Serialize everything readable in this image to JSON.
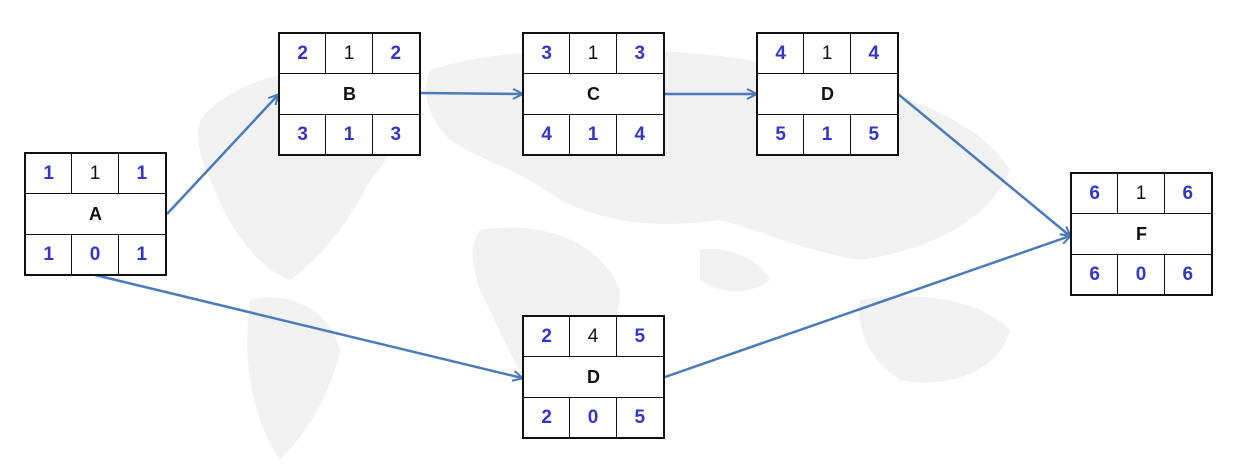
{
  "colors": {
    "edge": "#4a7ab8",
    "value": "#3535c8",
    "text": "#111111"
  },
  "nodes": [
    {
      "id": "A",
      "name": "A",
      "top": [
        "1",
        "1",
        "1"
      ],
      "bottom": [
        "1",
        "0",
        "1"
      ]
    },
    {
      "id": "B",
      "name": "B",
      "top": [
        "2",
        "1",
        "2"
      ],
      "bottom": [
        "3",
        "1",
        "3"
      ]
    },
    {
      "id": "C",
      "name": "C",
      "top": [
        "3",
        "1",
        "3"
      ],
      "bottom": [
        "4",
        "1",
        "4"
      ]
    },
    {
      "id": "D1",
      "name": "D",
      "top": [
        "4",
        "1",
        "4"
      ],
      "bottom": [
        "5",
        "1",
        "5"
      ]
    },
    {
      "id": "D2",
      "name": "D",
      "top": [
        "2",
        "4",
        "5"
      ],
      "bottom": [
        "2",
        "0",
        "5"
      ]
    },
    {
      "id": "F",
      "name": "F",
      "top": [
        "6",
        "1",
        "6"
      ],
      "bottom": [
        "6",
        "0",
        "6"
      ]
    }
  ],
  "edges": [
    {
      "from": "A",
      "to": "B"
    },
    {
      "from": "B",
      "to": "C"
    },
    {
      "from": "C",
      "to": "D1"
    },
    {
      "from": "D1",
      "to": "F"
    },
    {
      "from": "A",
      "to": "D2"
    },
    {
      "from": "D2",
      "to": "F"
    }
  ]
}
